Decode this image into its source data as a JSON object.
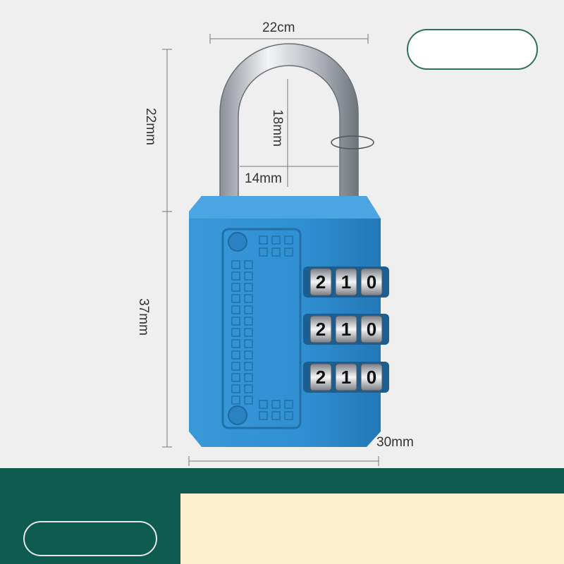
{
  "product": {
    "colors": {
      "body": "#2f8fd1",
      "shackle": "#c9ccd1",
      "band_green": "#0d5a4e",
      "band_cream": "#fbefcf"
    },
    "dials": [
      {
        "digits": [
          "2",
          "1",
          "0"
        ]
      },
      {
        "digits": [
          "2",
          "1",
          "0"
        ]
      },
      {
        "digits": [
          "2",
          "1",
          "0"
        ]
      }
    ]
  },
  "dimensions": {
    "width_top": "22cm",
    "shackle_height_left": "22mm",
    "shackle_inner_height": "18mm",
    "shackle_inner_width": "14mm",
    "body_height": "37mm",
    "body_width": "30mm"
  }
}
